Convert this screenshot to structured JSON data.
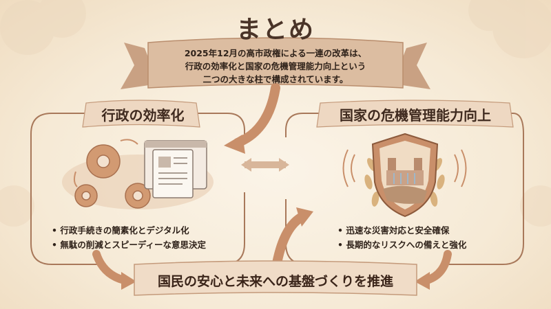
{
  "title": "まとめ",
  "intro": {
    "line1": "2025年12月の高市政権による一連の改革は、",
    "line2": "行政の効率化と国家の危機管理能力向上という",
    "line3": "二つの大きな柱で構成されています。"
  },
  "left_panel": {
    "title": "行政の効率化",
    "bullets": [
      "行政手続きの簡素化とデジタル化",
      "無駄の削減とスピーディーな意思決定"
    ]
  },
  "right_panel": {
    "title": "国家の危機管理能力向上",
    "bullets": [
      "迅速な災害対応と安全確保",
      "長期的なリスクへの備えと強化"
    ]
  },
  "bottom": {
    "text": "国民の安心と未来への基盤づくりを推進"
  },
  "colors": {
    "accent": "#c98f6a",
    "ribbon": "#d9b79a",
    "line": "#a8785a",
    "text": "#3f2e22"
  }
}
